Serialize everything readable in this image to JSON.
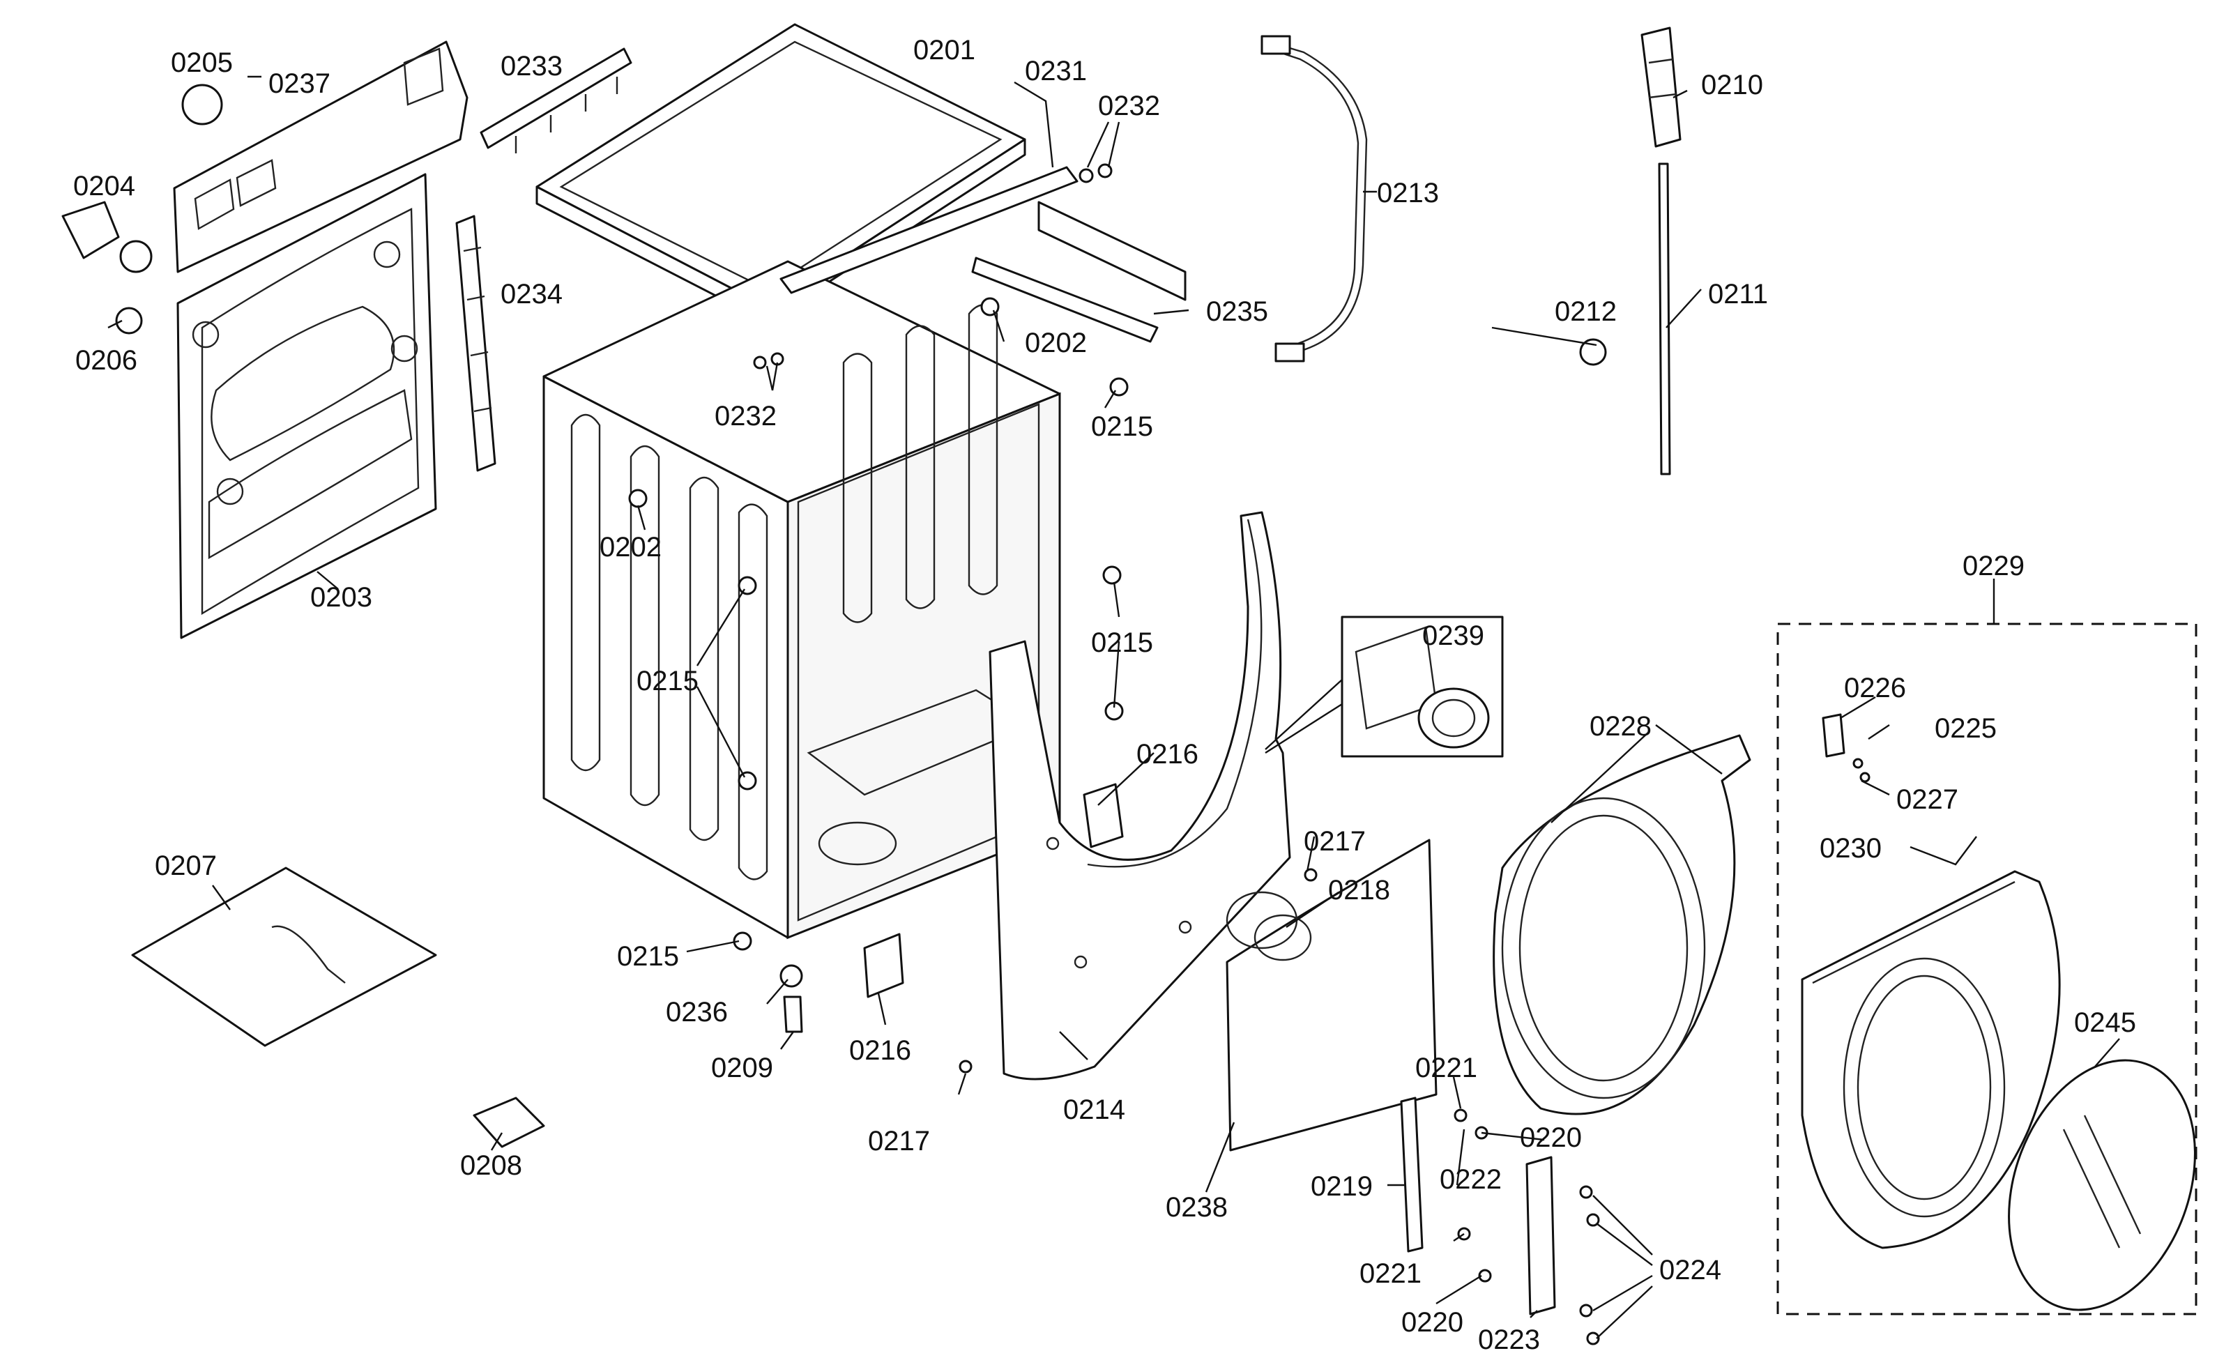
{
  "labels": {
    "p0201": "0201",
    "p0202a": "0202",
    "p0202b": "0202",
    "p0203": "0203",
    "p0204": "0204",
    "p0205": "0205",
    "p0206": "0206",
    "p0207": "0207",
    "p0208": "0208",
    "p0209": "0209",
    "p0210": "0210",
    "p0211": "0211",
    "p0212": "0212",
    "p0213": "0213",
    "p0214": "0214",
    "p0215a": "0215",
    "p0215b": "0215",
    "p0215c": "0215",
    "p0215d": "0215",
    "p0216a": "0216",
    "p0216b": "0216",
    "p0217a": "0217",
    "p0217b": "0217",
    "p0218": "0218",
    "p0219": "0219",
    "p0220a": "0220",
    "p0220b": "0220",
    "p0221a": "0221",
    "p0221b": "0221",
    "p0222": "0222",
    "p0223": "0223",
    "p0224": "0224",
    "p0225": "0225",
    "p0226": "0226",
    "p0227": "0227",
    "p0228": "0228",
    "p0229": "0229",
    "p0230": "0230",
    "p0231": "0231",
    "p0232a": "0232",
    "p0232b": "0232",
    "p0233": "0233",
    "p0234": "0234",
    "p0235": "0235",
    "p0236": "0236",
    "p0237": "0237",
    "p0238": "0238",
    "p0239": "0239",
    "p0245": "0245"
  },
  "colors": {
    "ink": "#111111",
    "background": "#ffffff"
  }
}
